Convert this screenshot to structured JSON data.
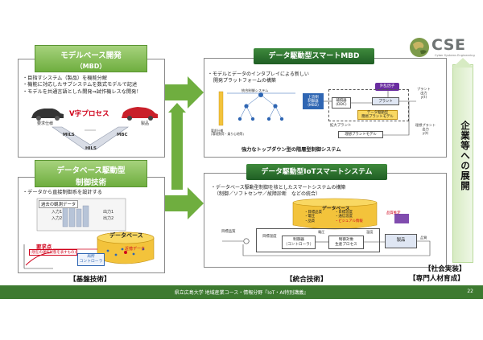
{
  "logo": {
    "text": "CSE",
    "tagline": "Cyber Systems Engineering"
  },
  "model_based": {
    "title": "モデルベース開発",
    "subtitle": "（MBD）",
    "bullets": [
      "・目指すシステム（製品）を機能分解",
      "・機能に対応したサブシステムを数式モデルで記述",
      "・モデルを共通言語とした開発⇒試作機レスな開発！"
    ],
    "diagram": {
      "vprocess": "V字プロセス",
      "left_label": "要求仕様",
      "right_label": "製品",
      "mils": "MILS",
      "mbc": "MBC",
      "hils": "HILS"
    }
  },
  "data_driven": {
    "title": "データベース駆動型",
    "title2": "制御技術",
    "bullet": "・データから直接制御系を設計する",
    "past_data": "過去の観測データ",
    "inputs": [
      "入力1",
      "入力2"
    ],
    "outputs": [
      "出力1",
      "出力2"
    ],
    "database": "データベース",
    "request_point": "要求点",
    "request_note": "(現在の運転状態を表すもの)",
    "local_data": "近傍データ",
    "local_controller": "局所\nコントローラ"
  },
  "smart_mbd": {
    "title": "データ駆動型スマートMBD",
    "bullet1": "・モデルとデータのインタプレイによる新しい",
    "bullet2": "開発プラットフォームの構築",
    "top_ctrl": "上流側\n制御器",
    "top_ctrl_sub": "(MBD)",
    "compensator": "補償器\n(DDC)",
    "plant": "プラント",
    "disturbance": "外乱因子",
    "data_model": "データ駆動型\n簡易プラントモデル",
    "ideal_model": "理想プラントモデル",
    "extended_plant": "拡大プラント",
    "plant_out": "プラント\n出力\ny(t)",
    "ideal_out": "理想プラント\n出力\ny(t)",
    "request_spec": "要求仕様\n(環境負荷・乗り心地等)",
    "system_lbl": "統合制御システム",
    "caption": "強力なトップダウン型の階層型制御システム"
  },
  "iot": {
    "title": "データ駆動型IoTスマートシステム",
    "bullet1": "・データベース駆動型制御を核としたスマートシステムの構築",
    "bullet2": "（制御／ソフトセンサ／故障診断　などの統合）",
    "database": "データベース",
    "db_items_left": [
      "・目標品質",
      "・電圧",
      "・品質"
    ],
    "db_items_right": [
      "・目標温度",
      "・通信温度",
      "・ビジュアル情報"
    ],
    "target_quality": "目標品質",
    "target_temp": "目標温度",
    "controller": "制御器\n（コントローラ）",
    "plant": "制御対象\n生産プロセス",
    "product": "製品",
    "temp": "温度",
    "voltage": "電圧",
    "quality": "品質",
    "quality_est": "品質推定"
  },
  "labels": {
    "foundation": "【基盤技術】",
    "integration": "【統合技術】",
    "social": "【社会実装】",
    "hr": "【専門人材育成】",
    "vertical": "企業等への展開"
  },
  "footer": {
    "text": "県立広島大学 地域産業コース・情報分野『IoT・AI特別講義』",
    "page": "22"
  }
}
